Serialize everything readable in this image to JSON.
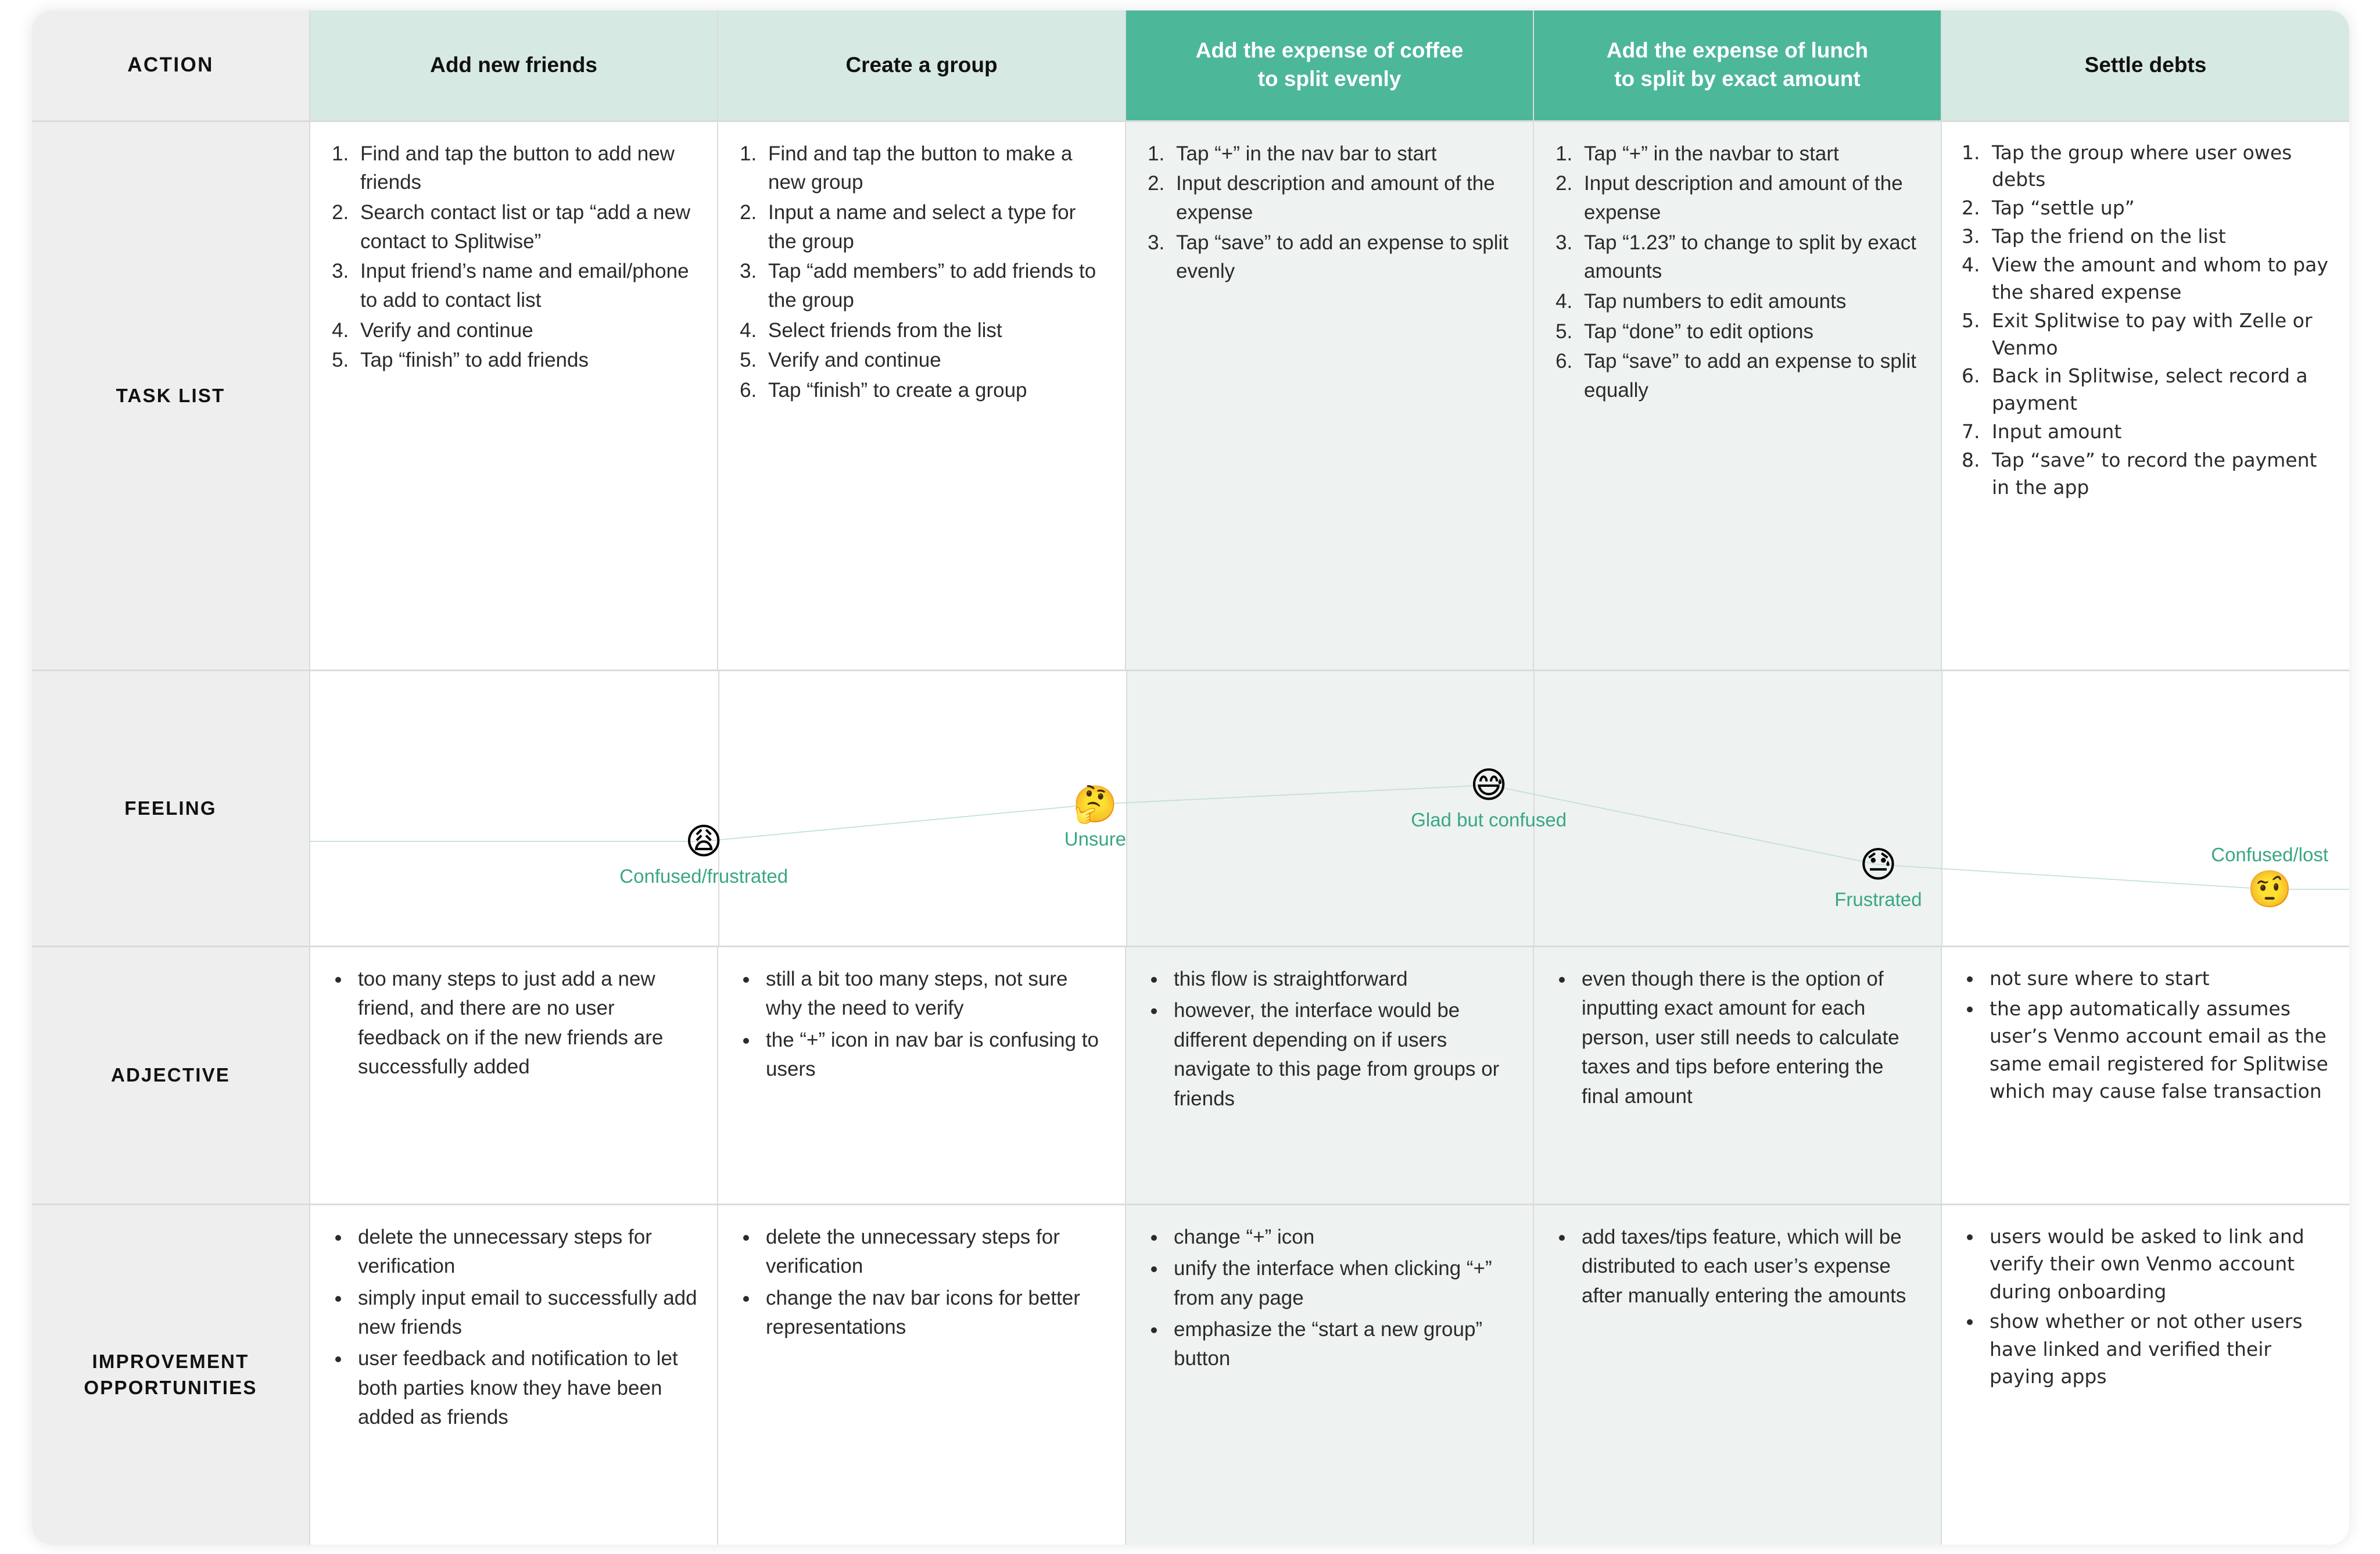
{
  "meta": {
    "accent_dark": "#4db79a",
    "accent_light": "#d7e9e3",
    "tint": "#eef2f1",
    "label_bg": "#eeeeee",
    "line_color": "#bfded4",
    "feeling_text_color": "#3aa686"
  },
  "header": {
    "row_label": "ACTION",
    "phases": [
      {
        "label": "Add new friends",
        "tone": "light"
      },
      {
        "label": "Create a group",
        "tone": "light"
      },
      {
        "label": "Add the expense of coffee\nto split evenly",
        "tone": "dark"
      },
      {
        "label": "Add the expense of lunch\nto split by exact amount",
        "tone": "dark"
      },
      {
        "label": "Settle debts",
        "tone": "light"
      }
    ]
  },
  "rows": {
    "task_list": {
      "label": "TASK LIST",
      "columns": [
        [
          "Find and tap the button to add new friends",
          "Search contact list or tap “add a new contact to Splitwise”",
          "Input friend’s name and email/phone to add to contact list",
          "Verify and continue",
          "Tap “finish” to add friends"
        ],
        [
          "Find and tap the button to make a new group",
          "Input a name and select a type for the group",
          "Tap “add members” to add friends to the group",
          "Select friends from the list",
          "Verify and continue",
          "Tap “finish” to create a group"
        ],
        [
          "Tap “+” in the nav bar to start",
          "Input description and amount of the expense",
          "Tap “save” to add an expense to split evenly"
        ],
        [
          "Tap “+” in the navbar to start",
          "Input description and amount of the expense",
          "Tap “1.23” to change to split by exact amounts",
          "Tap numbers to edit amounts",
          "Tap “done” to edit options",
          "Tap “save” to add an expense to split equally"
        ],
        [
          "Tap the group where user owes debts",
          "Tap “settle up”",
          "Tap the friend on the list",
          "View the amount and whom to pay the shared expense",
          "Exit Splitwise to pay with Zelle or Venmo",
          "Back in Splitwise, select record a payment",
          "Input amount",
          "Tap “save” to record the payment in the app"
        ]
      ]
    },
    "feeling": {
      "label": "FEELING",
      "points": [
        {
          "emoji": "😩",
          "icon_name": "weary-face-emoji",
          "label": "Confused/frustrated",
          "label_position": "below",
          "x_pct": 19.3,
          "y_pct": 62.0
        },
        {
          "emoji": "🤔",
          "icon_name": "thinking-face-emoji",
          "label": "Unsure",
          "label_position": "below",
          "x_pct": 38.5,
          "y_pct": 48.5
        },
        {
          "emoji": "😅",
          "icon_name": "grinning-sweat-emoji",
          "label": "Glad but confused",
          "label_position": "below",
          "x_pct": 57.8,
          "y_pct": 41.5
        },
        {
          "emoji": "😓",
          "icon_name": "downcast-sweat-emoji",
          "label": "Frustrated",
          "label_position": "below",
          "x_pct": 76.9,
          "y_pct": 70.5
        },
        {
          "emoji": "🤨",
          "icon_name": "raised-eyebrow-emoji",
          "label": "Confused/lost",
          "label_position": "above",
          "x_pct": 96.1,
          "y_pct": 79.5
        }
      ]
    },
    "adjective": {
      "label": "ADJECTIVE",
      "columns": [
        [
          "too many steps to just add a new friend, and there are no user feedback on if the new friends are successfully added"
        ],
        [
          "still a bit too many steps, not sure why the need to verify",
          "the “+” icon in nav bar is confusing to users"
        ],
        [
          "this flow is straightforward",
          "however, the interface would be different depending on if users navigate to this page from groups or friends"
        ],
        [
          "even though there is the option of inputting exact amount for each person, user still needs to calculate taxes and tips before entering the final amount"
        ],
        [
          "not sure where to start",
          "the app automatically assumes user’s Venmo account email as the same email registered for Splitwise which may cause false transaction"
        ]
      ]
    },
    "improvement": {
      "label": "IMPROVEMENT\nOPPORTUNITIES",
      "columns": [
        [
          "delete the unnecessary steps for verification",
          "simply input email to successfully add new friends",
          "user feedback and notification to let both parties know they have been added as friends"
        ],
        [
          "delete the unnecessary steps for verification",
          "change the nav bar icons for better representations"
        ],
        [
          "change “+” icon",
          "unify the interface when clicking “+” from any page",
          "emphasize the “start a new group” button"
        ],
        [
          "add taxes/tips feature, which will be distributed to each user’s expense after manually entering the amounts"
        ],
        [
          "users would be asked to link and verify their own Venmo account during onboarding",
          "show whether or not other users have linked and verified their paying apps"
        ]
      ]
    }
  }
}
